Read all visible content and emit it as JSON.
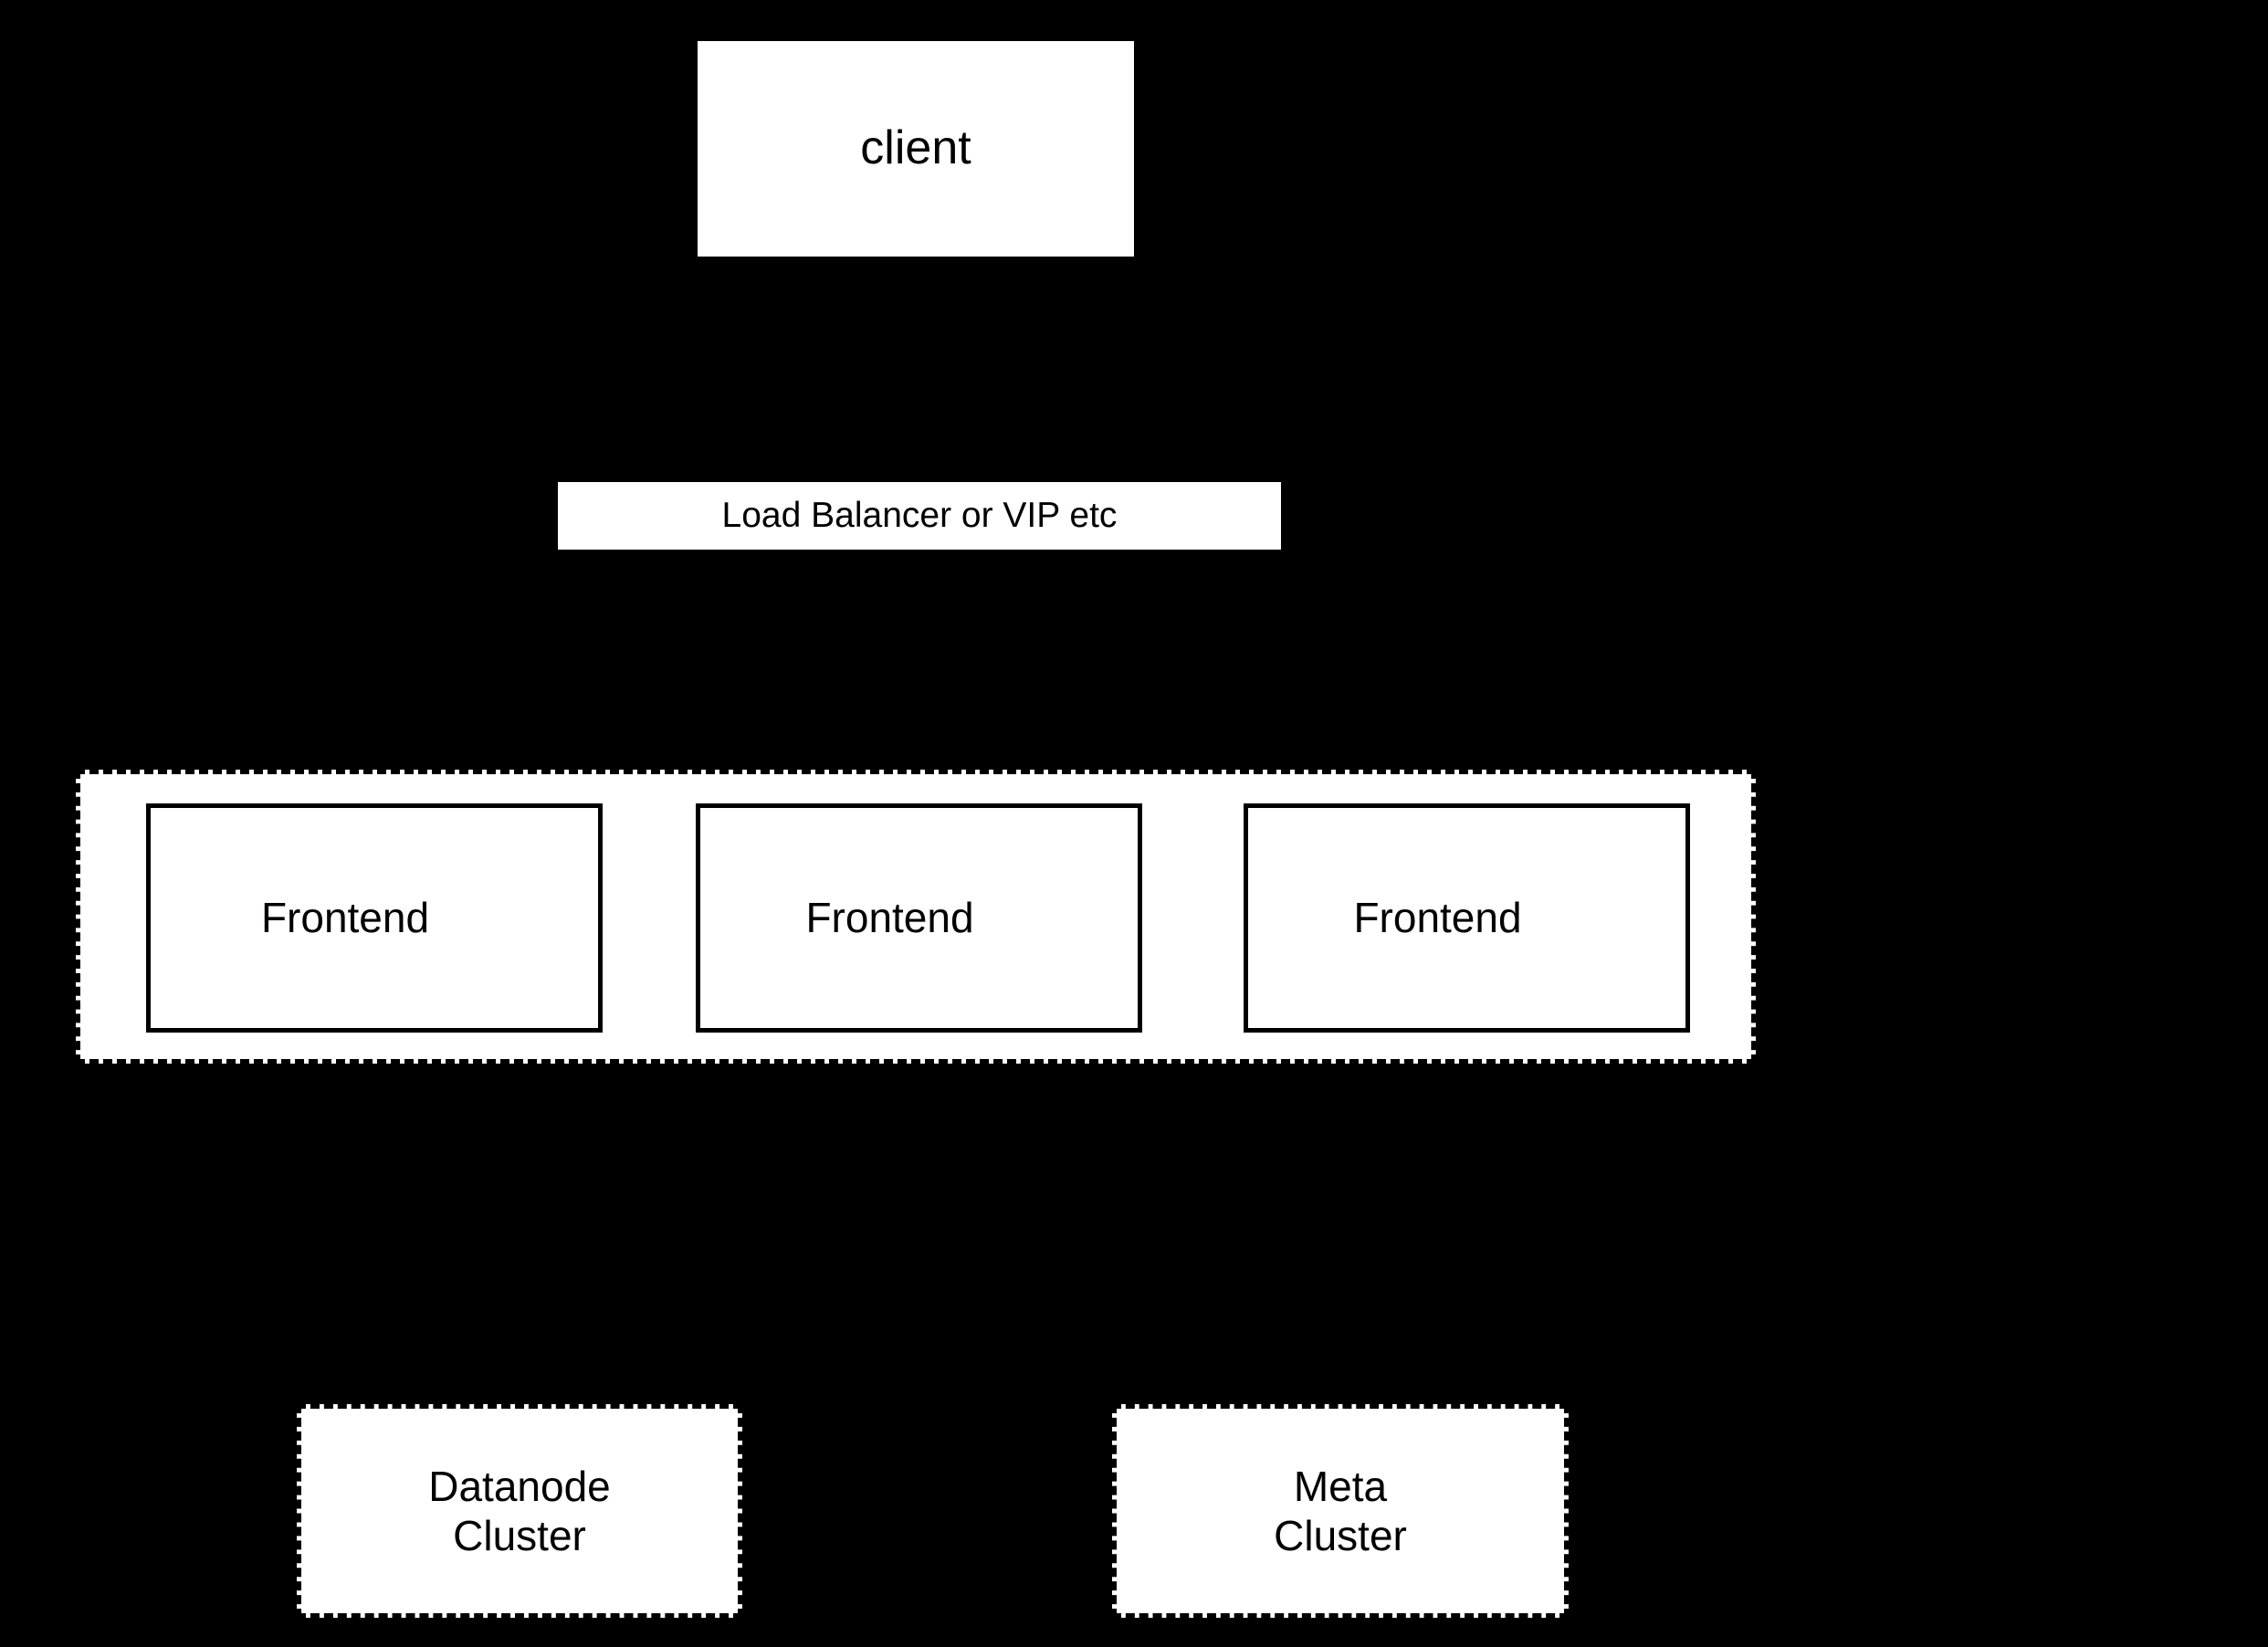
{
  "diagram": {
    "background_color": "#000000",
    "box_fill_color": "#ffffff",
    "stroke_color": "#000000",
    "nodes": {
      "client": {
        "label": "client"
      },
      "load_balancer": {
        "label": "Load Balancer or VIP etc"
      },
      "frontend_cluster": {
        "members": [
          {
            "label": "Frontend"
          },
          {
            "label": "Frontend"
          },
          {
            "label": "Frontend"
          }
        ]
      },
      "datanode_cluster": {
        "label": "Datanode\nCluster"
      },
      "meta_cluster": {
        "label": "Meta\nCluster"
      }
    }
  }
}
